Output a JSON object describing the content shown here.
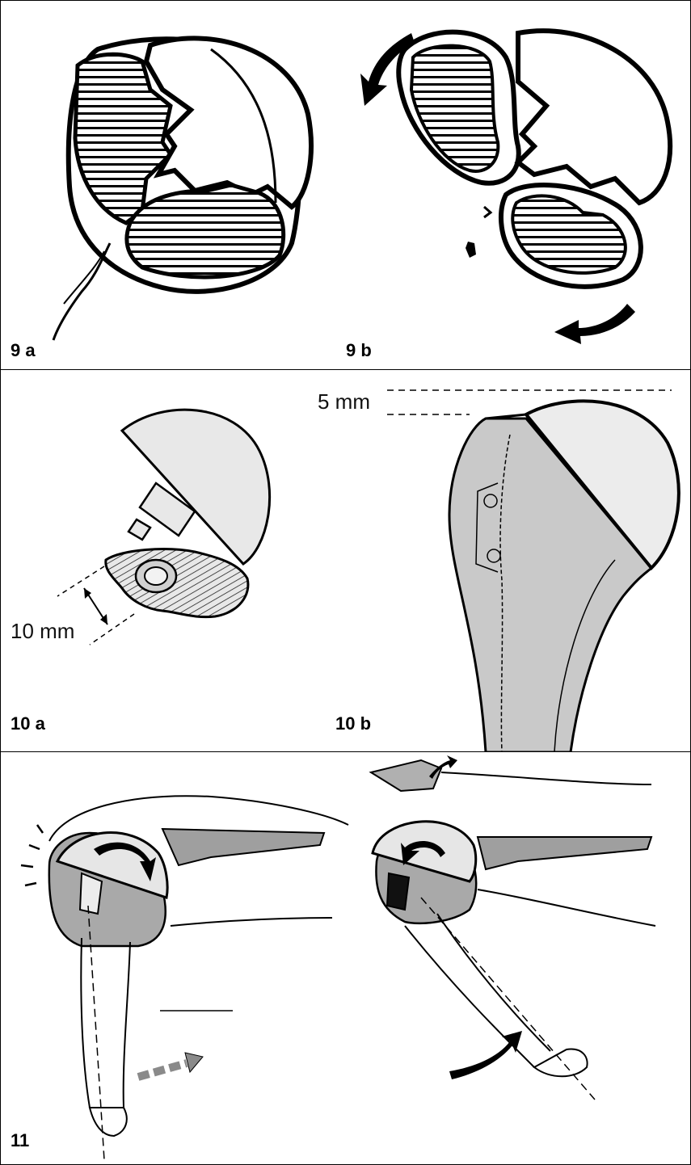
{
  "figures": {
    "fig9": {
      "label_a": "9 a",
      "label_b": "9 b"
    },
    "fig10": {
      "label_a": "10 a",
      "label_b": "10 b",
      "measure_a": "10 mm",
      "measure_b": "5 mm"
    },
    "fig11": {
      "label": "11"
    }
  },
  "colors": {
    "ink": "#000000",
    "paper": "#ffffff",
    "gray_light": "#e6e6e6",
    "gray_mid": "#c9c9c9",
    "gray_dark": "#a9a9a9"
  }
}
